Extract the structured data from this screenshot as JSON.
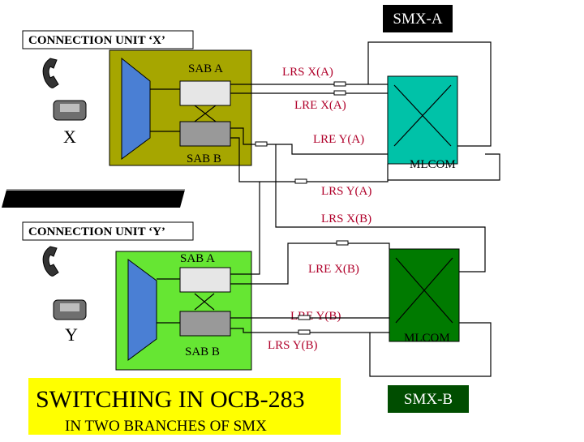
{
  "diagram": {
    "smx_a_label": "SMX-A",
    "smx_b_label": "SMX-B",
    "unit_x": {
      "title": "CONNECTION UNIT ‘X’",
      "subscriber_label": "X",
      "sab_a_label": "SAB A",
      "sab_b_label": "SAB B",
      "board_color": "#a6a600"
    },
    "unit_y": {
      "title": "CONNECTION UNIT ‘Y’",
      "subscriber_label": "Y",
      "sab_a_label": "SAB A",
      "sab_b_label": "SAB B",
      "board_color": "#66e633"
    },
    "links": {
      "lrs_x_a": "LRS X(A)",
      "lre_x_a": "LRE X(A)",
      "lre_y_a": "LRE Y(A)",
      "lrs_y_a": "LRS Y(A)",
      "lrs_x_b": "LRS X(B)",
      "lre_x_b": "LRE X(B)",
      "lre_y_b": "LRE Y(B)",
      "lrs_y_b": "LRS Y(B)"
    },
    "mlcom_a_label": "MLCOM",
    "mlcom_b_label": "MLCOM",
    "mlcom_a_color": "#00c2a8",
    "mlcom_b_color": "#007a00",
    "switch_color": "#4a7fd4",
    "title_box": {
      "line1": "SWITCHING IN OCB-283",
      "line2": "IN TWO BRANCHES OF SMX",
      "color": "#ffff00"
    }
  }
}
